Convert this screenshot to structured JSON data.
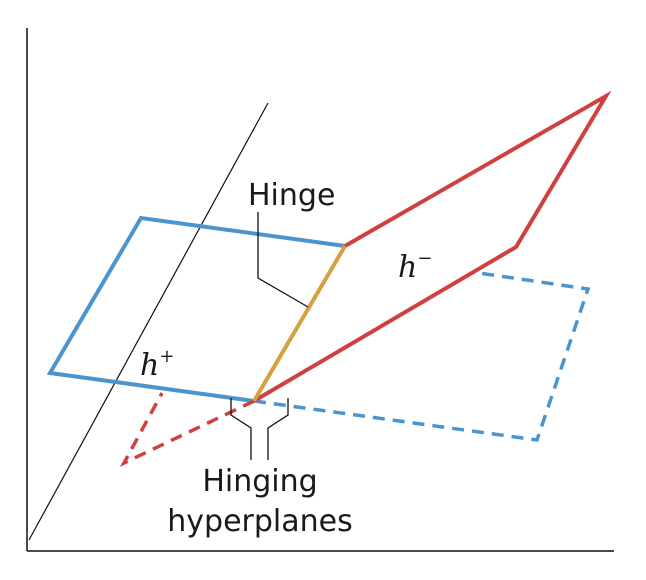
{
  "labels": {
    "hinge": "Hinge",
    "h_plus_base": "h",
    "h_plus_sup": "+",
    "h_minus_base": "h",
    "h_minus_sup": "−",
    "hinging_line1": "Hinging",
    "hinging_line2": "hyperplanes"
  },
  "colors": {
    "blue_plane": "#4a95cf",
    "red_plane": "#d04040",
    "hinge_line": "#d4a040",
    "axes": "#111111",
    "annotation": "#111111"
  }
}
